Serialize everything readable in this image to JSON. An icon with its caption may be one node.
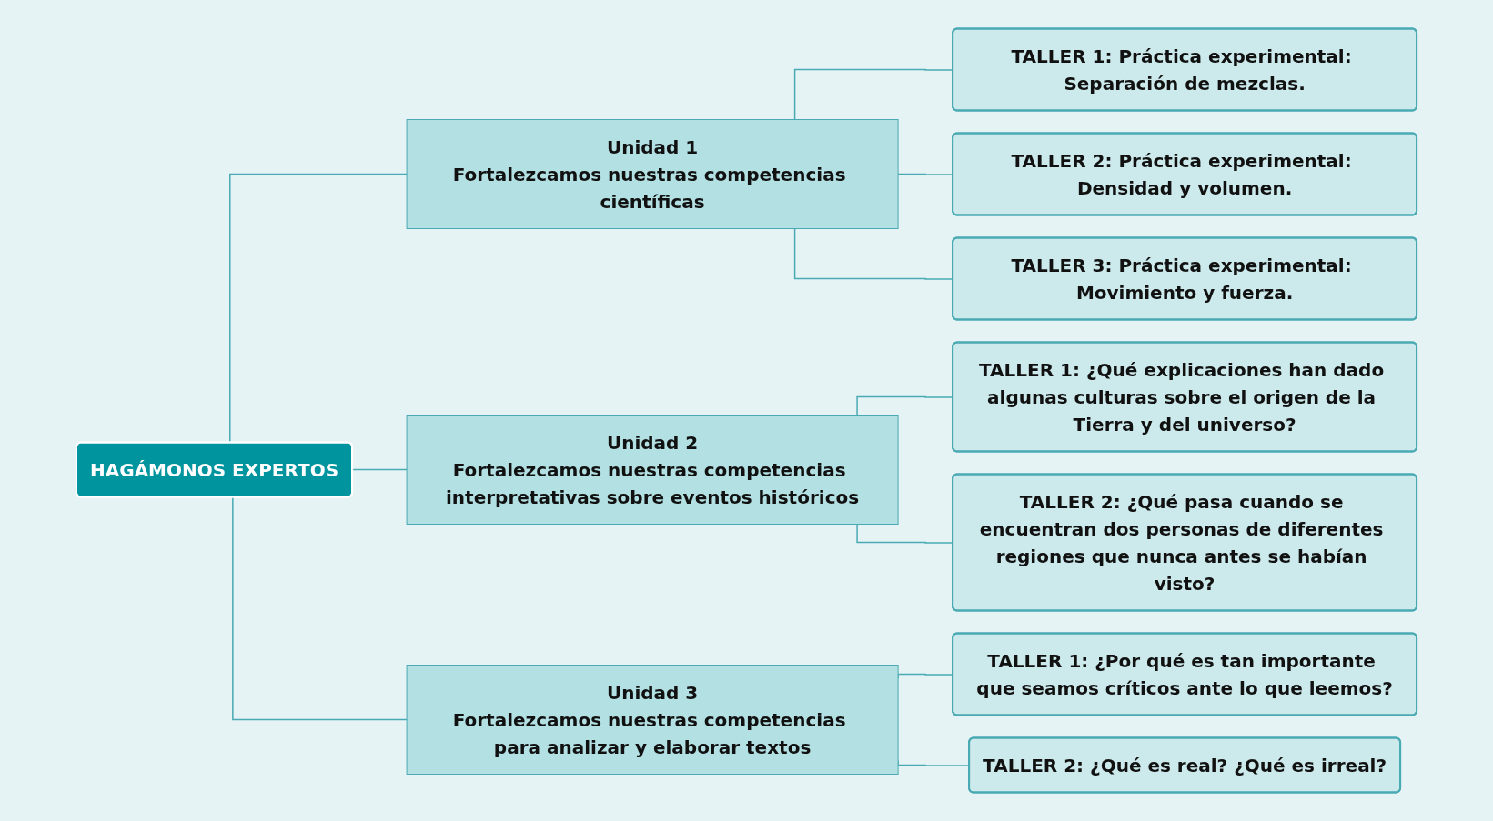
{
  "diagram": {
    "nodes": [
      {
        "text": [
          "HAGÁMONOS EXPERTOS"
        ]
      },
      {
        "text": [
          "Unidad 1",
          "Fortalezcamos nuestras competencias científicas"
        ]
      },
      {
        "text": [
          "**TALLER 1:** Práctica experimental: Separación de mezclas."
        ]
      },
      {
        "text": [
          "**TALLER 2:** Práctica experimental: Densidad y volumen."
        ]
      },
      {
        "text": [
          "**TALLER 3:** Práctica experimental: Movimiento y fuerza."
        ]
      },
      {
        "text": [
          "Unidad 2",
          "Fortalezcamos nuestras competencias interpretativas sobre eventos históricos"
        ]
      },
      {
        "text": [
          "**TALLER 1:** ¿Qué explicaciones han dado algunas culturas sobre el origen de la Tierra y del universo?"
        ]
      },
      {
        "text": [
          "**TALLER 2:** ¿Qué pasa cuando se encuentran dos personas de diferentes regiones que nunca antes se habían visto?"
        ]
      },
      {
        "text": [
          "Unidad 3",
          "Fortalezcamos nuestras competencias para analizar y elaborar textos"
        ]
      },
      {
        "text": [
          "**TALLER 1:** ¿Por qué es tan importante que seamos críticos ante lo que leemos?"
        ]
      },
      {
        "text": [
          "**TALLER 2:** ¿Qué es real? ¿Qué es irreal?"
        ]
      }
    ],
    "edges": [
      {
        "from": 0,
        "to": 1,
        "arrow": "none"
      },
      {
        "from": 0,
        "to": 5,
        "arrow": "none"
      },
      {
        "from": 0,
        "to": 8,
        "arrow": "none"
      },
      {
        "from": 1,
        "to": 2,
        "arrow": "none"
      },
      {
        "from": 1,
        "to": 3,
        "arrow": "none"
      },
      {
        "from": 1,
        "to": 4,
        "arrow": "none"
      },
      {
        "from": 5,
        "to": 6,
        "arrow": "none"
      },
      {
        "from": 5,
        "to": 7,
        "arrow": "none"
      },
      {
        "from": 8,
        "to": 9,
        "arrow": "none"
      },
      {
        "from": 8,
        "to": 10,
        "arrow": "none"
      }
    ]
  }
}
